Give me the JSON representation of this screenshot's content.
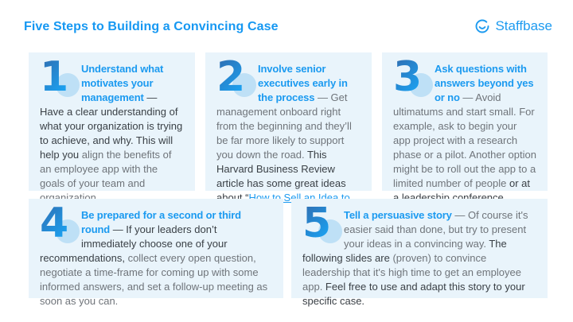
{
  "page": {
    "title": "Five Steps to Building a Convincing Case",
    "brand": "Staffbase",
    "colors": {
      "accent_blue": "#1B9AF0",
      "title_blue": "#1698F2",
      "card_background": "#E9F4FB",
      "dark_text": "#3A4046",
      "gray_text": "#6F747A",
      "number_gradient_start": "#2F71B5",
      "number_gradient_end": "#1AA2F2",
      "number_circle": "#BEE0F6"
    },
    "icons": [
      {
        "name": "staffbase-smiley-icon",
        "meaning": "Staffbase logo: open circle with smile"
      }
    ]
  },
  "cards": [
    {
      "number": "1",
      "segments": [
        {
          "style": "heading",
          "text": "Understand what motivates your management"
        },
        {
          "style": "dark",
          "text": " — Have a clear understanding of what your organization is trying to achieve, and why. This will help you "
        },
        {
          "style": "gray",
          "text": "align the benefits of an employee app with the goals of your team and organization."
        }
      ]
    },
    {
      "number": "2",
      "segments": [
        {
          "style": "heading",
          "text": "Involve senior executives early in the process"
        },
        {
          "style": "gray",
          "text": " — Get management onboard right from the beginning and they’ll be far more likely to support you down the road. "
        },
        {
          "style": "dark",
          "text": "This Harvard Business Review article has some great ideas about “"
        },
        {
          "style": "link",
          "text": "How to Sell an Idea to Your Boss"
        },
        {
          "style": "dark",
          "text": ".”"
        }
      ]
    },
    {
      "number": "3",
      "segments": [
        {
          "style": "heading",
          "text": "Ask questions with answers beyond yes or no"
        },
        {
          "style": "gray",
          "text": " — Avoid ultimatums and start small. For example, ask to begin your app project with a research phase or a pilot. Another option might be to roll out the app to a limited number of people "
        },
        {
          "style": "dark",
          "text": "or at a leadership conference."
        }
      ]
    },
    {
      "number": "4",
      "segments": [
        {
          "style": "heading",
          "text": "Be prepared for a second or third round"
        },
        {
          "style": "dark",
          "text": " — If your leaders don’t immediately choose one of your recommendations, "
        },
        {
          "style": "gray",
          "text": "collect every open question, negotiate a time-frame for coming up with some informed answers, and set a follow-up meeting as soon as you can."
        }
      ]
    },
    {
      "number": "5",
      "segments": [
        {
          "style": "heading",
          "text": "Tell a persuasive story"
        },
        {
          "style": "gray",
          "text": " — Of course it's easier said than done, but try to present your ideas in a convincing way. "
        },
        {
          "style": "dark",
          "text": "The following slides are "
        },
        {
          "style": "gray",
          "text": "(proven) to convince leadership that it's high time to get an employee app. "
        },
        {
          "style": "dark",
          "text": "Feel free to use and adapt this story to your specific case."
        }
      ]
    }
  ]
}
